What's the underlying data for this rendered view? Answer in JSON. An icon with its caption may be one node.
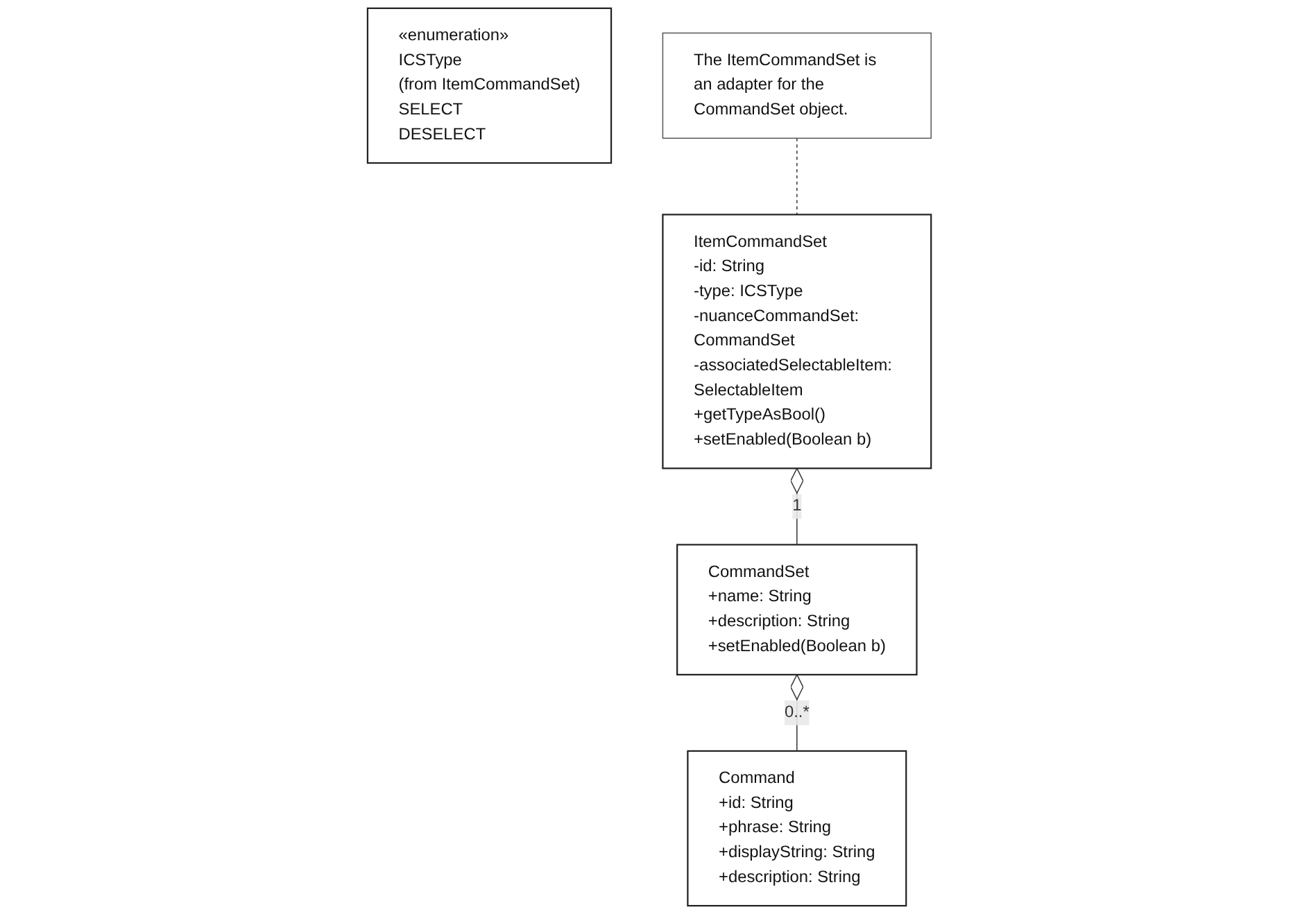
{
  "diagram": {
    "nodes": [
      {
        "text": [
          "«enumeration»",
          "ICSType",
          "(from ItemCommandSet)",
          "SELECT",
          "DESELECT"
        ]
      },
      {
        "text": [
          "ItemCommandSet",
          "-id: String",
          "-type: ICSType",
          "-nuanceCommandSet: CommandSet",
          "-associatedSelectableItem: SelectableItem",
          "+getTypeAsBool()",
          "+setEnabled(Boolean b)"
        ]
      },
      {
        "text": [
          "CommandSet",
          "+name: String",
          "+description: String",
          "+setEnabled(Boolean b)"
        ]
      },
      {
        "text": [
          "Command",
          "+id: String",
          "+phrase: String",
          "+displayString: String",
          "+description: String"
        ]
      },
      {
        "text": [
          "The ItemCommandSet is an adapter for the CommandSet object."
        ]
      }
    ],
    "edges": [
      {
        "from": 1,
        "to": 2,
        "arrow": "other",
        "label": "1"
      },
      {
        "from": 2,
        "to": 3,
        "arrow": "other",
        "label": "0..*"
      },
      {
        "from": 4,
        "to": 1,
        "arrow": "none",
        "style": "dashed"
      }
    ]
  }
}
